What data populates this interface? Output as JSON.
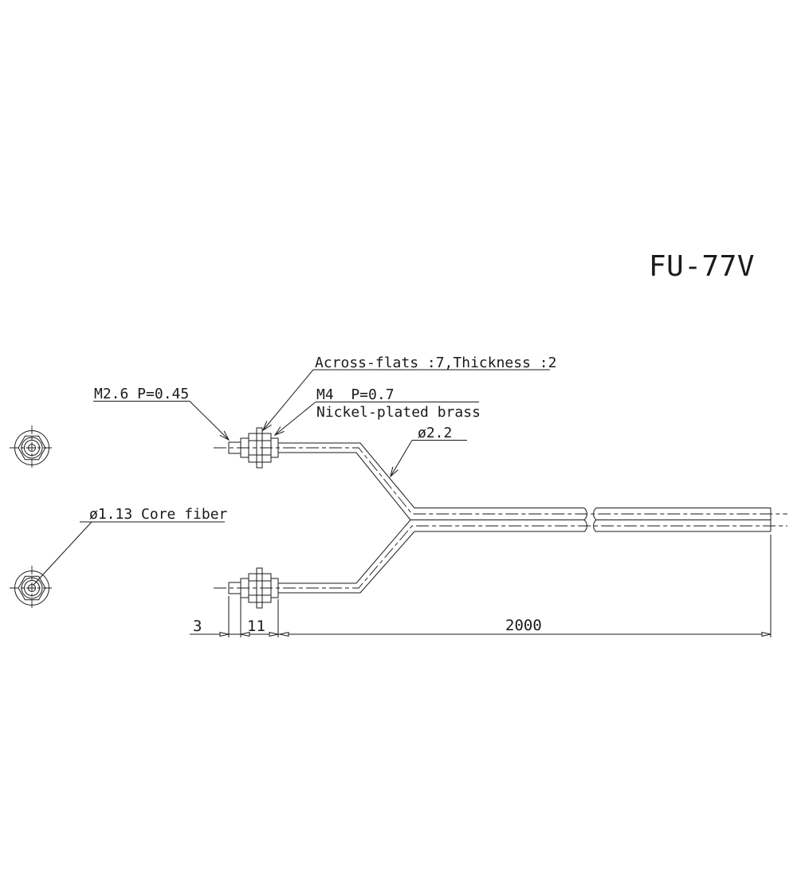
{
  "meta": {
    "drawing_type": "technical-dimension-drawing",
    "colors": {
      "line": "#1a1a1a",
      "background": "#ffffff"
    }
  },
  "title": {
    "text": "FU-77V"
  },
  "callouts": {
    "across_flats": "Across-flats :7,Thickness :2",
    "thread_small": "M2.6 P=0.45",
    "thread_main": "M4  P=0.7",
    "material": "Nickel-plated brass",
    "cable_diameter": "ø2.2",
    "core_fiber": "ø1.13 Core fiber"
  },
  "dimensions": {
    "tip_length": "3",
    "body_length": "11",
    "cable_length": "2000"
  }
}
